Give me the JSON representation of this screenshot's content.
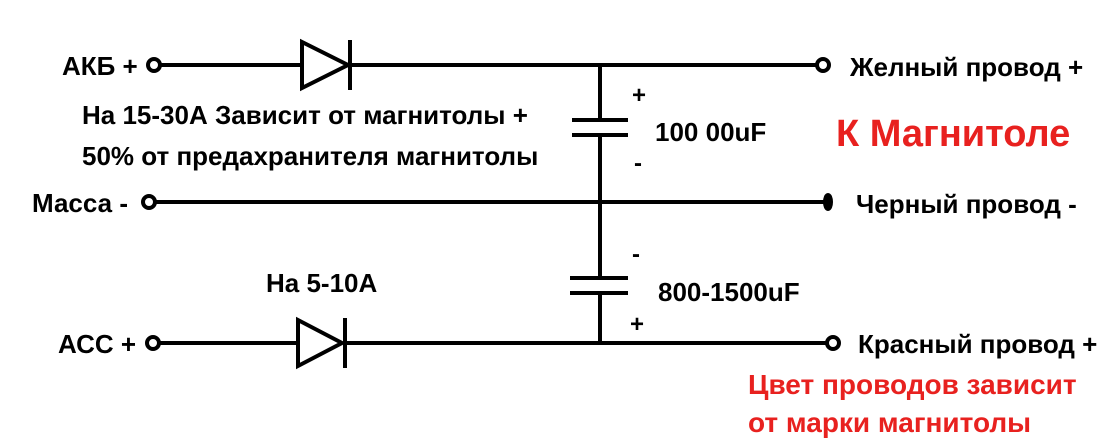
{
  "inputs": {
    "akb": "АКБ +",
    "massa": "Масса -",
    "acc": "АСС +"
  },
  "outputs": {
    "yellow": "Желный провод +",
    "black": "Черный провод -",
    "red": "Красный провод +"
  },
  "fuse_notes": {
    "upper_line1": "На 15-30А Зависит от магнитолы +",
    "upper_line2": "50% от предахранителя магнитолы",
    "lower": "На 5-10А"
  },
  "capacitors": {
    "upper_value": "100 00uF",
    "upper_plus": "+",
    "upper_minus": "-",
    "lower_value": "800-1500uF",
    "lower_minus": "-",
    "lower_plus": "+"
  },
  "headline": "К Магнитоле",
  "note": {
    "line1": "Цвет проводов зависит",
    "line2": "от марки магнитолы"
  },
  "colors": {
    "wire": "#000000",
    "accent_red": "#e8211f",
    "background": "#ffffff"
  }
}
